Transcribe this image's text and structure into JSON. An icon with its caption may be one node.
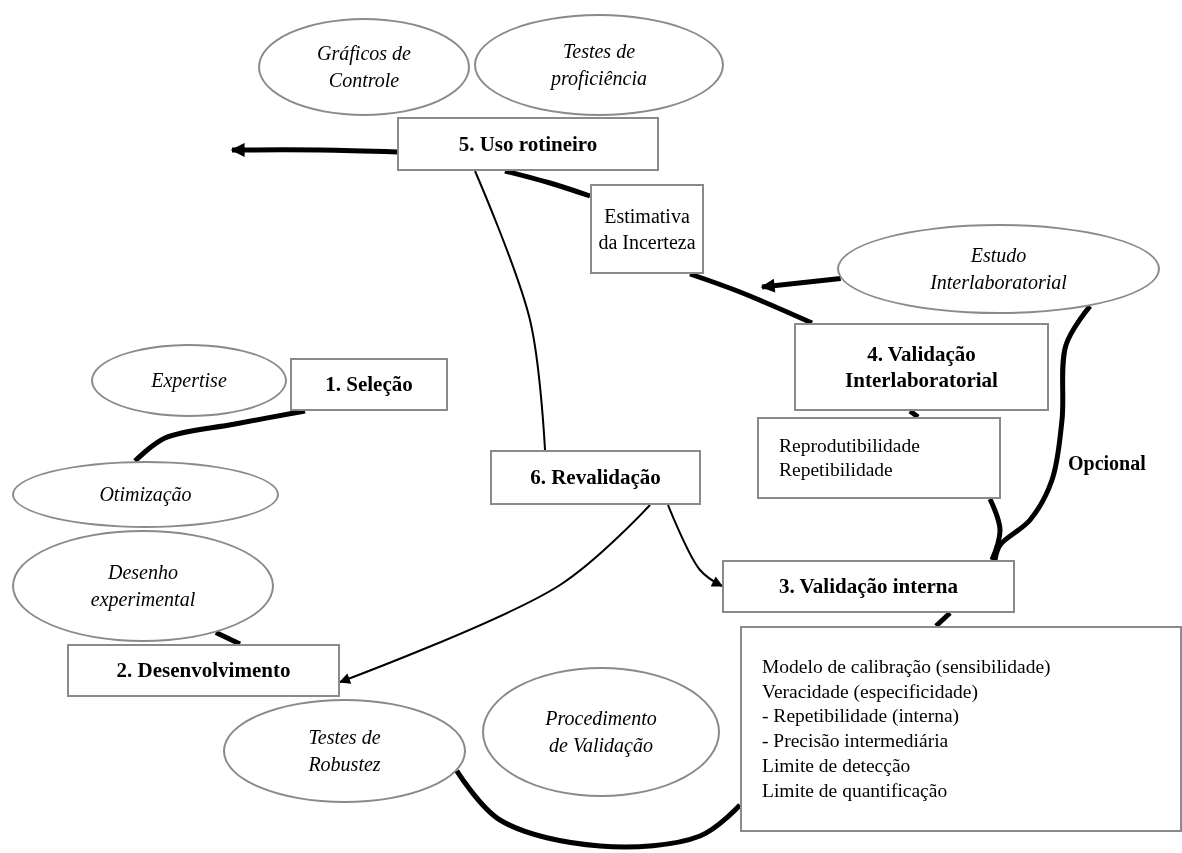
{
  "diagram": {
    "nodes": [
      {
        "text": [
          "Gráficos de Controle"
        ]
      },
      {
        "text": [
          "Testes de proficiência"
        ]
      },
      {
        "text": [
          "5. Uso rotineiro"
        ]
      },
      {
        "text": [
          "Estimativa da Incerteza"
        ]
      },
      {
        "text": [
          "Estudo Interlaboratorial"
        ]
      },
      {
        "text": [
          "Expertise"
        ]
      },
      {
        "text": [
          "1. Seleção"
        ]
      },
      {
        "text": [
          "4. Validação Interlaboratorial"
        ]
      },
      {
        "text": [
          "Reprodutibilidade",
          "Repetibilidade"
        ]
      },
      {
        "text": [
          "Otimização"
        ]
      },
      {
        "text": [
          "6. Revalidação"
        ]
      },
      {
        "text": [
          "Desenho experimental"
        ]
      },
      {
        "text": [
          "3. Validação interna"
        ]
      },
      {
        "text": [
          "2. Desenvolvimento"
        ]
      },
      {
        "text": [
          "Testes de Robustez"
        ]
      },
      {
        "text": [
          "Procedimento de Validação"
        ]
      },
      {
        "text": [
          "Modelo de calibração (sensibilidade)",
          "Veracidade (especificidade)",
          "- Repetibilidade (interna)",
          "- Precisão intermediária",
          "Limite de detecção",
          "Limite de quantificação"
        ]
      }
    ],
    "edges": [
      {
        "from": 2,
        "to": null,
        "arrow": "to"
      },
      {
        "from": 3,
        "to": 2,
        "arrow": "none"
      },
      {
        "from": 7,
        "to": 3,
        "arrow": "none"
      },
      {
        "from": 4,
        "to": null,
        "arrow": "to"
      },
      {
        "from": 4,
        "to": 12,
        "arrow": "none",
        "label": "Opcional"
      },
      {
        "from": 7,
        "to": 8,
        "arrow": "none"
      },
      {
        "from": 8,
        "to": 12,
        "arrow": "none"
      },
      {
        "from": 12,
        "to": 16,
        "arrow": "none"
      },
      {
        "from": 16,
        "to": 14,
        "arrow": "none"
      },
      {
        "from": 13,
        "to": 11,
        "arrow": "none"
      },
      {
        "from": 9,
        "to": 6,
        "arrow": "none"
      },
      {
        "from": 2,
        "to": 10,
        "arrow": "none"
      },
      {
        "from": 10,
        "to": 13,
        "arrow": "to"
      },
      {
        "from": 10,
        "to": 12,
        "arrow": "to"
      }
    ]
  }
}
